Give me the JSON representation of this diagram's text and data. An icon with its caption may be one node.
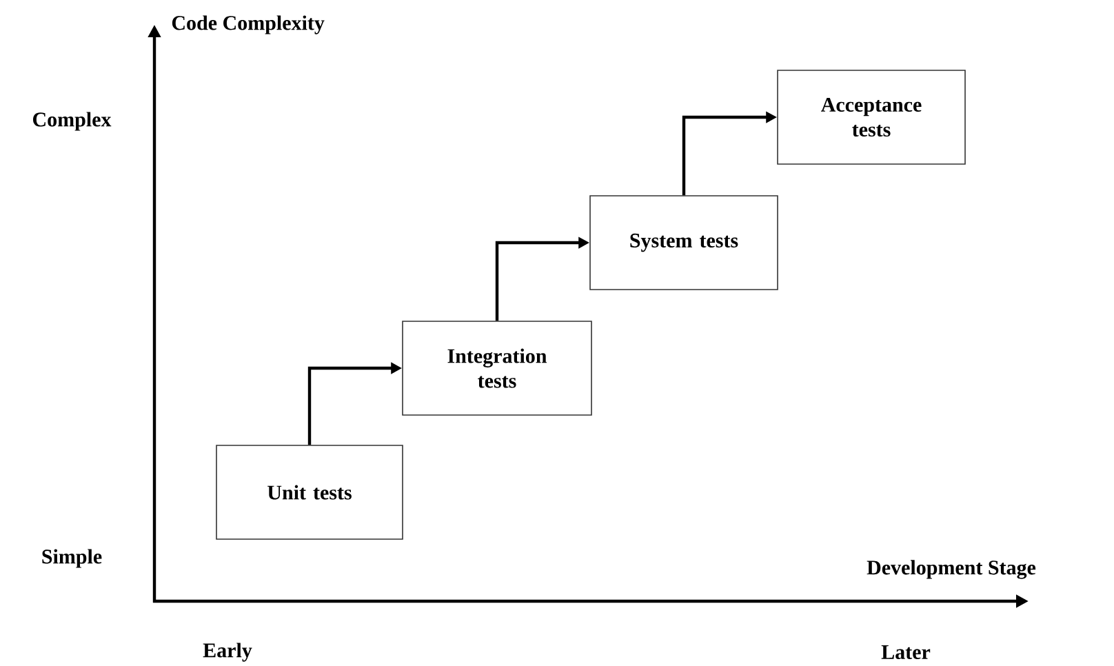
{
  "diagram": {
    "nodes": [
      {
        "text": [
          "Unit tests"
        ]
      },
      {
        "text": [
          "Integration tests"
        ]
      },
      {
        "text": [
          "System tests"
        ]
      },
      {
        "text": [
          "Acceptance tests"
        ]
      }
    ],
    "edges": [
      {
        "from": 0,
        "to": 1,
        "arrow": "to"
      },
      {
        "from": 1,
        "to": 2,
        "arrow": "to"
      },
      {
        "from": 2,
        "to": 3,
        "arrow": "to"
      }
    ],
    "labels": [
      "Code Complexity",
      "Complex",
      "Simple",
      "Development Stage",
      "Early",
      "Later"
    ]
  }
}
